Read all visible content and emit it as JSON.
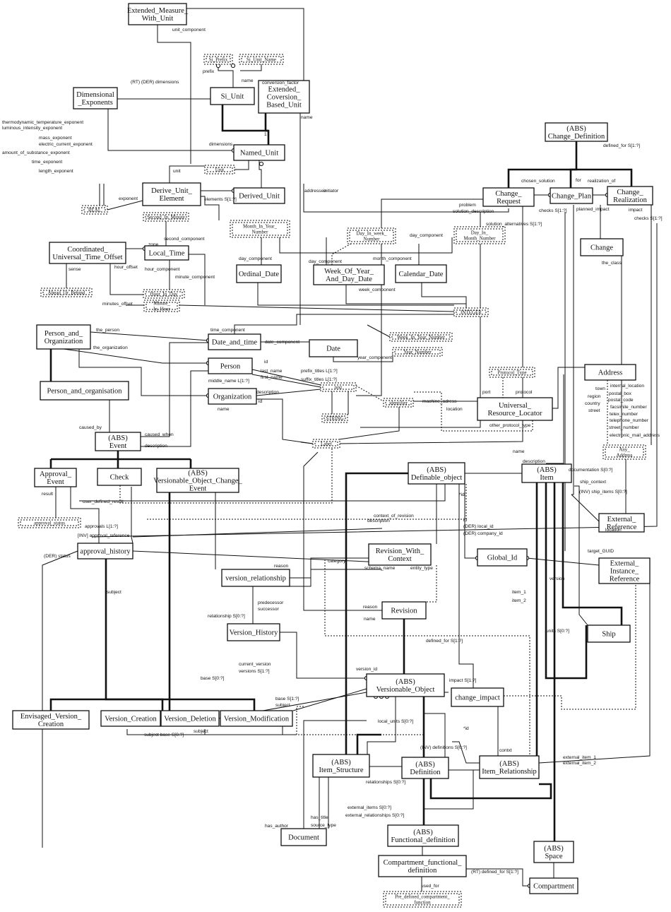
{
  "entities": [
    {
      "id": "extended_measure_with_unit",
      "lines": [
        "Extended_Measure_",
        "With_Unit"
      ]
    },
    {
      "id": "dimensional_exponents",
      "lines": [
        "Dimensional",
        "_Exponents"
      ]
    },
    {
      "id": "si_unit",
      "lines": [
        "Si_Unit"
      ]
    },
    {
      "id": "extended_coversion_based_unit",
      "lines": [
        "Extended_",
        "Coversion_",
        "Based_Unit"
      ]
    },
    {
      "id": "named_unit",
      "lines": [
        "Named_Unit"
      ]
    },
    {
      "id": "derive_unit_element",
      "lines": [
        "Derive_Unit_",
        "Element"
      ]
    },
    {
      "id": "derived_unit",
      "lines": [
        "Derived_Unit"
      ]
    },
    {
      "id": "coordinated_universal_time_offset",
      "lines": [
        "Coordinated_",
        "Universal_Time_Offset"
      ]
    },
    {
      "id": "local_time",
      "lines": [
        "Local_Time"
      ]
    },
    {
      "id": "ordinal_date",
      "lines": [
        "Ordinal_Date"
      ]
    },
    {
      "id": "week_of_year_and_day_date",
      "lines": [
        "Week_Of_Year_",
        "And_Day_Date"
      ]
    },
    {
      "id": "calendar_date",
      "lines": [
        "Calendar_Date"
      ]
    },
    {
      "id": "person_and_organization",
      "lines": [
        "Person_and_",
        "Organization"
      ]
    },
    {
      "id": "date_and_time",
      "lines": [
        "Date_and_time"
      ]
    },
    {
      "id": "date",
      "lines": [
        "Date"
      ]
    },
    {
      "id": "person",
      "lines": [
        "Person"
      ]
    },
    {
      "id": "organization",
      "lines": [
        "Organization"
      ]
    },
    {
      "id": "person_and_organisation",
      "lines": [
        "Person_and_organisation"
      ]
    },
    {
      "id": "event",
      "lines": [
        "(ABS)",
        "Event"
      ]
    },
    {
      "id": "approval_event",
      "lines": [
        "Approval_",
        "Event"
      ]
    },
    {
      "id": "check",
      "lines": [
        "Check"
      ]
    },
    {
      "id": "versionable_object_change_event",
      "lines": [
        "(ABS)",
        "Versionable_Object_Change_",
        "Event"
      ]
    },
    {
      "id": "approval_history",
      "lines": [
        "approval_history"
      ]
    },
    {
      "id": "change_definition",
      "lines": [
        "(ABS)",
        "Change_Definition"
      ]
    },
    {
      "id": "change_request",
      "lines": [
        "Change_",
        "Request"
      ]
    },
    {
      "id": "change_plan",
      "lines": [
        "Change_Plan"
      ]
    },
    {
      "id": "change_realization",
      "lines": [
        "Change_",
        "Realization"
      ]
    },
    {
      "id": "change",
      "lines": [
        "Change"
      ]
    },
    {
      "id": "address",
      "lines": [
        "Address"
      ]
    },
    {
      "id": "universal_resource_locator",
      "lines": [
        "Universal_",
        "Resource_Locator"
      ]
    },
    {
      "id": "definable_object",
      "lines": [
        "(ABS)",
        "Definable_object"
      ]
    },
    {
      "id": "item",
      "lines": [
        "(ABS)",
        "Item"
      ]
    },
    {
      "id": "external_reference",
      "lines": [
        "External_",
        "Reference"
      ]
    },
    {
      "id": "revision_with_context",
      "lines": [
        "Revision_With_",
        "Context"
      ]
    },
    {
      "id": "global_id",
      "lines": [
        "Global_Id"
      ]
    },
    {
      "id": "external_instance_reference",
      "lines": [
        "External_",
        "Instance_",
        "Reference"
      ]
    },
    {
      "id": "version_relationship",
      "lines": [
        "version_relationship"
      ]
    },
    {
      "id": "revision",
      "lines": [
        "Revision"
      ]
    },
    {
      "id": "version_history",
      "lines": [
        "Version_History"
      ]
    },
    {
      "id": "ship",
      "lines": [
        "Ship"
      ]
    },
    {
      "id": "versionable_object",
      "lines": [
        "(ABS)",
        "Versionable_Object"
      ]
    },
    {
      "id": "change_impact",
      "lines": [
        "change_impact"
      ]
    },
    {
      "id": "envisaged_version_creation",
      "lines": [
        "Envisaged_Version_",
        "Creation"
      ]
    },
    {
      "id": "version_creation",
      "lines": [
        "Version_Creation"
      ]
    },
    {
      "id": "version_deletion",
      "lines": [
        "Version_Deletion"
      ]
    },
    {
      "id": "version_modification",
      "lines": [
        "Version_Modification"
      ]
    },
    {
      "id": "item_structure",
      "lines": [
        "(ABS)",
        "Item_Structure"
      ]
    },
    {
      "id": "definition",
      "lines": [
        "(ABS)",
        "Definition"
      ]
    },
    {
      "id": "item_relationship",
      "lines": [
        "(ABS)",
        "Item_Relationship"
      ]
    },
    {
      "id": "document",
      "lines": [
        "Document"
      ]
    },
    {
      "id": "functional_definition",
      "lines": [
        "(ABS)",
        "Functional_definition"
      ]
    },
    {
      "id": "space",
      "lines": [
        "(ABS)",
        "Space"
      ]
    },
    {
      "id": "compartment_functional_definition",
      "lines": [
        "Compartment_functional_",
        "definition"
      ]
    },
    {
      "id": "compartment",
      "lines": [
        "Compartment"
      ]
    }
  ],
  "types": [
    {
      "id": "si_prefix",
      "lines": [
        "Si_Prefix"
      ]
    },
    {
      "id": "si_unit_name",
      "lines": [
        "Si_Unit_Name"
      ]
    },
    {
      "id": "unit",
      "lines": [
        "Unit"
      ]
    },
    {
      "id": "real",
      "lines": [
        "REAL"
      ]
    },
    {
      "id": "second_in_minute",
      "lines": [
        "Second_In_Minute"
      ]
    },
    {
      "id": "month_in_year_number",
      "lines": [
        "Month_In_Year_",
        "Number"
      ]
    },
    {
      "id": "day_in_week_number",
      "lines": [
        "Day_In_week_",
        "Number"
      ]
    },
    {
      "id": "day_in_month_number",
      "lines": [
        "Day_In_",
        "Month_Number"
      ]
    },
    {
      "id": "ahead_or_behind",
      "lines": [
        "Ahead_Or_Behind"
      ]
    },
    {
      "id": "hour_in_day",
      "lines": [
        "Hour_In_Day"
      ]
    },
    {
      "id": "minute_in_hour",
      "lines": [
        "Minute_",
        "In_Hour"
      ]
    },
    {
      "id": "integer",
      "lines": [
        "INTEGER"
      ]
    },
    {
      "id": "week_in_year_number",
      "lines": [
        "Week_In_Year_Number"
      ]
    },
    {
      "id": "year_number",
      "lines": [
        "Year_Number"
      ]
    },
    {
      "id": "protocol_type",
      "lines": [
        "Protocol_Type"
      ]
    },
    {
      "id": "text",
      "lines": [
        "text"
      ]
    },
    {
      "id": "identifier",
      "lines": [
        "identifier"
      ]
    },
    {
      "id": "string",
      "lines": [
        "STRING"
      ]
    },
    {
      "id": "label",
      "lines": [
        "Label"
      ]
    },
    {
      "id": "any_address",
      "lines": [
        "Any_",
        "Address"
      ]
    },
    {
      "id": "approval_status",
      "lines": [
        "approval_status"
      ]
    },
    {
      "id": "pre_defined_compartment_function",
      "lines": [
        "Pre_defined_compartment_",
        "function"
      ]
    }
  ],
  "labels": [
    "unit_component",
    "prefix",
    "name",
    "conversion_factor",
    "(RT) (DER) dimensions",
    "name",
    "1",
    "thermodynamic_temperature_exponent",
    "luminous_intensity_exponent",
    "mass_exponent",
    "electric_current_exponent",
    "amount_of_substance_exponent",
    "time_exponent",
    "length_exponent",
    "dimensions",
    "unit",
    "exponent",
    "elements S[1:?]",
    "second_component",
    "zone",
    "sense",
    "hour_offset",
    "hour_component",
    "minute_component",
    "minutes_offset",
    "day_component",
    "day_component",
    "day_component",
    "month_component",
    "week_component",
    "addressee",
    "initiator",
    "problem",
    "solution_description",
    "solution_alternatives S[1:?]",
    "checks S[1:?]",
    "planned_impact",
    "impact",
    "checks S[1:?]",
    "chosen_solution",
    "for",
    "realization_of",
    "defined_for S[1:?]",
    "the_class",
    "the_person",
    "the_organization",
    "time_component",
    "date_component",
    "year_component",
    "id",
    "last_name",
    "first_name",
    "prefix_titles L[1:?]",
    "suffix_titles L[1:?]",
    "middle_name L[1:?]",
    "description",
    "id",
    "name",
    "machine_adress",
    "location",
    "port",
    "protocol",
    "other_protocol_type",
    "town",
    "region",
    "country",
    "street",
    "internal_location",
    "postal_box",
    "postal_code",
    "facsimile_number",
    "telex_number",
    "telephone_number",
    "street_number",
    "electronic_mail_address",
    "caused_by",
    "caused_when",
    "description",
    "result",
    "user_defined_result",
    "approvals L[1:?]",
    "[INV] approval_reference",
    "(DER) status",
    "name",
    "description",
    "documentation S[0:?]",
    "ship_context",
    "(INV) ship_items S[0:?]",
    "location",
    "*id",
    "id",
    "(DER) local_id",
    "(DER) company_id",
    "context_of_revision",
    "description",
    "category",
    "schema_name",
    "entity_type",
    "target_GUID",
    "version",
    "reason",
    "subject",
    "relationship S[0:?]",
    "predecessor",
    "successor",
    "reason",
    "name",
    "item_1",
    "item_2",
    "units S[0:?]",
    "current_version",
    "versions S[1:?]",
    "base S[0:?]",
    "version_id",
    "defined_for S[1:?]",
    "impact S[1:?]",
    "base S[1:?]",
    "subject",
    "subject base S[0:?]",
    "subject",
    "local_units S[0:?]",
    "*id",
    "(INV) definitions S[0:?]",
    "contxt",
    "external_item_1",
    "external_item_2",
    "relationships S[0:?]",
    "external_items S[0:?]",
    "external_relationships S[0:?]",
    "has_author",
    "has_title",
    "source_type",
    "used_for",
    "(RT) defined_for S[1:?]"
  ]
}
